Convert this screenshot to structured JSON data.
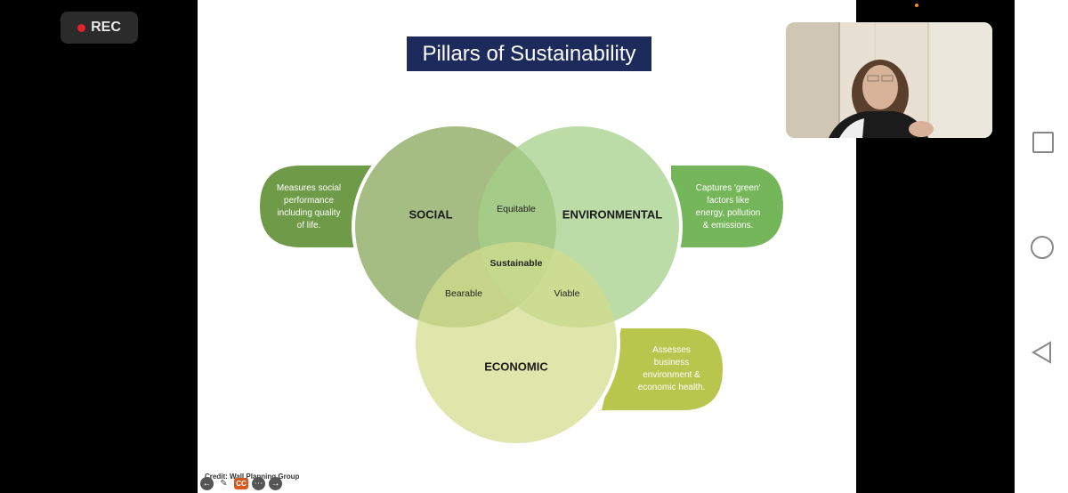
{
  "recorder": {
    "label": "REC"
  },
  "slide": {
    "title": "Pillars of Sustainability",
    "circles": {
      "social": "SOCIAL",
      "environmental": "ENVIRONMENTAL",
      "economic": "ECONOMIC"
    },
    "overlaps": {
      "equitable": "Equitable",
      "bearable": "Bearable",
      "viable": "Viable",
      "sustainable": "Sustainable"
    },
    "descriptions": {
      "social": [
        "Measures social",
        "performance",
        "including quality",
        "of life."
      ],
      "environmental": [
        "Captures 'green'",
        "factors like",
        "energy, pollution",
        "& emissions."
      ],
      "economic": [
        "Assesses",
        "business",
        "environment &",
        "economic health."
      ]
    },
    "credit": "Credit: Wall Planning Group",
    "controls": {
      "cc_label": "CC"
    }
  },
  "colors": {
    "title_bg": "#1d2a5c",
    "social": "#8fad63",
    "environmental": "#a5d08a",
    "economic": "#d2dc8c",
    "social_tab": "#6f9a48",
    "environmental_tab": "#76b65a",
    "economic_tab": "#b9c64e"
  }
}
